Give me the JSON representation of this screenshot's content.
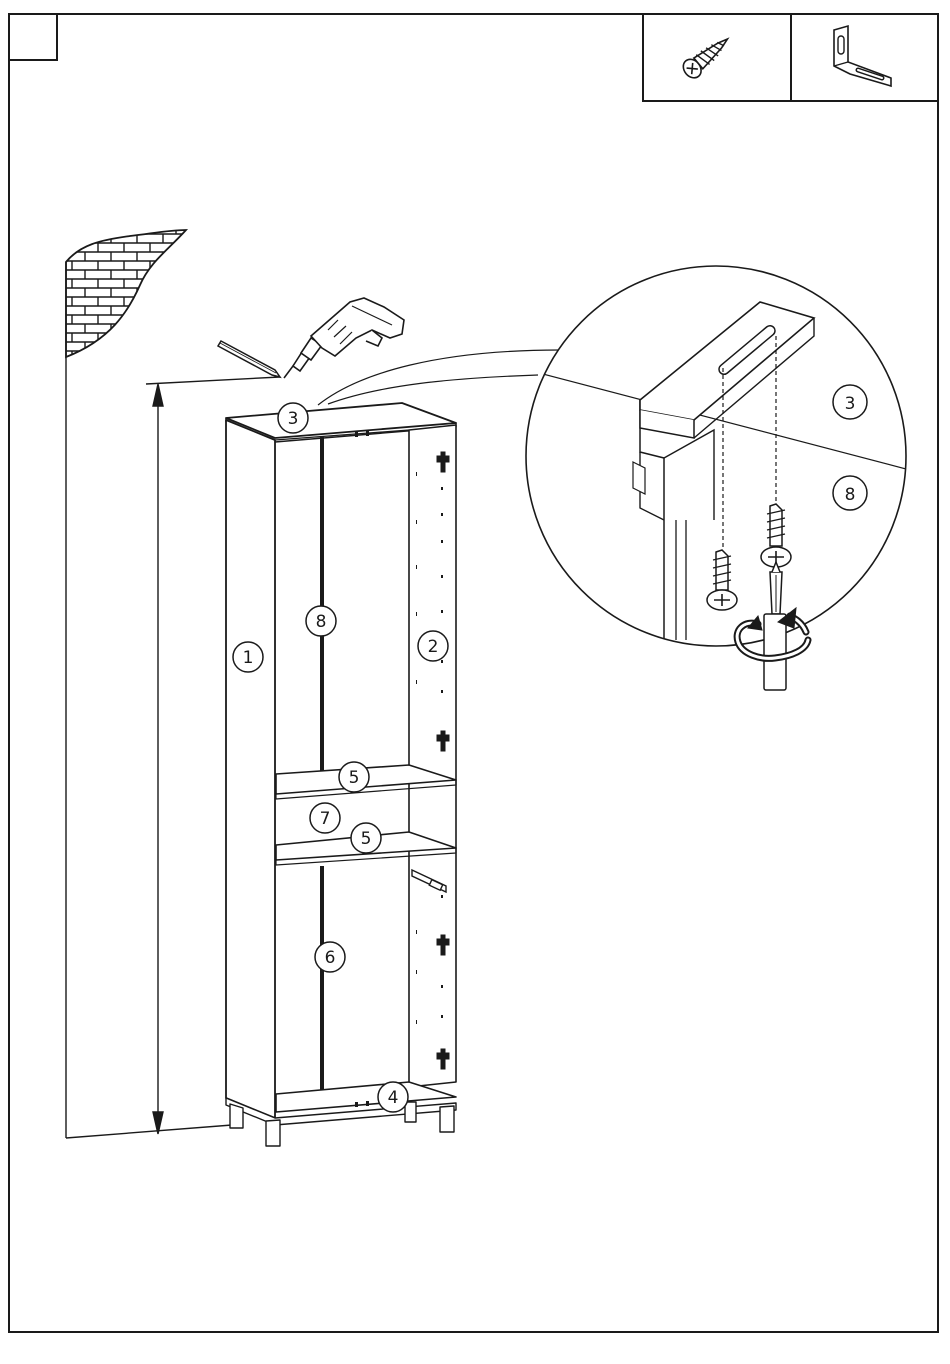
{
  "step_number": "",
  "parts": {
    "p1": "1",
    "p2": "2",
    "p3": "3",
    "p4": "4",
    "p5a": "5",
    "p5b": "5",
    "p6": "6",
    "p7": "7",
    "p8": "8"
  },
  "detail_parts": {
    "p3": "3",
    "p8": "8"
  },
  "hardware_icons": [
    "wood-screw-icon",
    "l-bracket-icon"
  ],
  "tool_icons": [
    "drill-icon",
    "pencil-icon",
    "screwdriver-icon"
  ],
  "colors": {
    "line": "#1a1a1a",
    "paper": "#ffffff"
  }
}
